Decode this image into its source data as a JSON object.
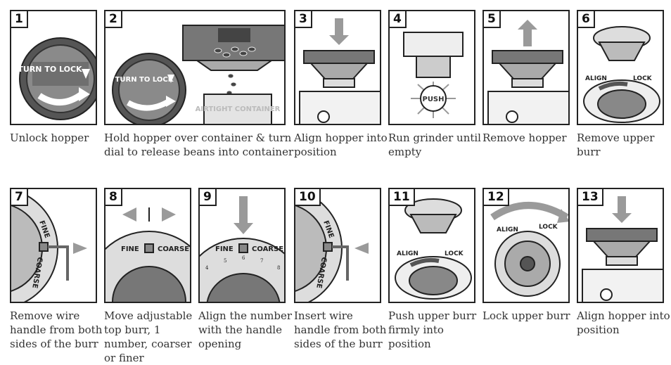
{
  "steps": [
    {
      "num": "1",
      "caption": "Unlock hopper",
      "dial_text": "TURN TO LOCK"
    },
    {
      "num": "2",
      "caption": "Hold hopper over container & turn dial to release beans into container",
      "dial_text": "TURN TO LOCK",
      "container_text": "AIRTIGHT CONTAINER"
    },
    {
      "num": "3",
      "caption": "Align hopper into position"
    },
    {
      "num": "4",
      "caption": "Run grinder until empty",
      "push_text": "PUSH"
    },
    {
      "num": "5",
      "caption": "Remove hopper"
    },
    {
      "num": "6",
      "caption": "Remove upper burr",
      "align_text": "ALIGN",
      "lock_text": "LOCK"
    },
    {
      "num": "7",
      "caption": "Remove wire handle from both sides of the burr",
      "fine_text": "FINE",
      "coarse_text": "COARSE"
    },
    {
      "num": "8",
      "caption": "Move adjustable top burr, 1 number, coarser or finer",
      "fine_text": "FINE",
      "coarse_text": "COARSE"
    },
    {
      "num": "9",
      "caption": "Align the number with the handle opening",
      "fine_text": "FINE",
      "coarse_text": "COARSE",
      "scale": [
        "4",
        "5",
        "6",
        "7",
        "8"
      ]
    },
    {
      "num": "10",
      "caption": "Insert wire handle from both sides of the burr",
      "fine_text": "FINE",
      "coarse_text": "COARSE"
    },
    {
      "num": "11",
      "caption": "Push upper burr firmly into position",
      "align_text": "ALIGN",
      "lock_text": "LOCK"
    },
    {
      "num": "12",
      "caption": "Lock upper burr",
      "align_text": "ALIGN",
      "lock_text": "LOCK"
    },
    {
      "num": "13",
      "caption": "Align hopper into position"
    }
  ],
  "colors": {
    "line": "#222222",
    "dark": "#555555",
    "mid": "#8a8a8a",
    "light": "#c9c9c9",
    "arrow": "#9a9a9a"
  }
}
